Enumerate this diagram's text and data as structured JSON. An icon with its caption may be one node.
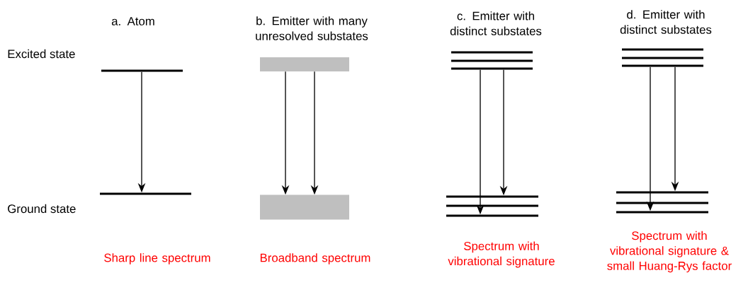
{
  "diagram": {
    "nodes": [
      {
        "text": [],
        "shape": "bar"
      },
      {
        "text": [],
        "shape": "bar"
      },
      {
        "text": [],
        "shape": "box"
      },
      {
        "text": [],
        "shape": "box"
      },
      {
        "text": [],
        "shape": "bar"
      },
      {
        "text": [],
        "shape": "bar"
      },
      {
        "text": [],
        "shape": "bar"
      },
      {
        "text": [],
        "shape": "bar"
      },
      {
        "text": [],
        "shape": "bar"
      },
      {
        "text": [],
        "shape": "bar"
      },
      {
        "text": [],
        "shape": "bar"
      },
      {
        "text": [],
        "shape": "bar"
      },
      {
        "text": [],
        "shape": "bar"
      },
      {
        "text": [],
        "shape": "bar"
      },
      {
        "text": [],
        "shape": "bar"
      },
      {
        "text": [],
        "shape": "bar"
      }
    ],
    "edges": [
      {
        "from": 0,
        "to": 1,
        "arrow": "to"
      },
      {
        "from": 2,
        "to": 3,
        "arrow": "to"
      },
      {
        "from": 2,
        "to": 3,
        "arrow": "to"
      },
      {
        "from": 6,
        "to": 9,
        "arrow": "to"
      },
      {
        "from": 6,
        "to": 7,
        "arrow": "to"
      },
      {
        "from": 12,
        "to": 15,
        "arrow": "to"
      },
      {
        "from": 12,
        "to": 13,
        "arrow": "to"
      }
    ],
    "labels": [
      "a. Atom",
      "b. Emitter with many unresolved substates",
      "c. Emitter with distinct substates",
      "d. Emitter with distinct substates",
      "Excited state",
      "Ground state",
      "Sharp line spectrum",
      "Broadband spectrum",
      "Spectrum with vibrational signature",
      "Spectrum with vibrational signature & small Huang-Rys factor"
    ]
  }
}
